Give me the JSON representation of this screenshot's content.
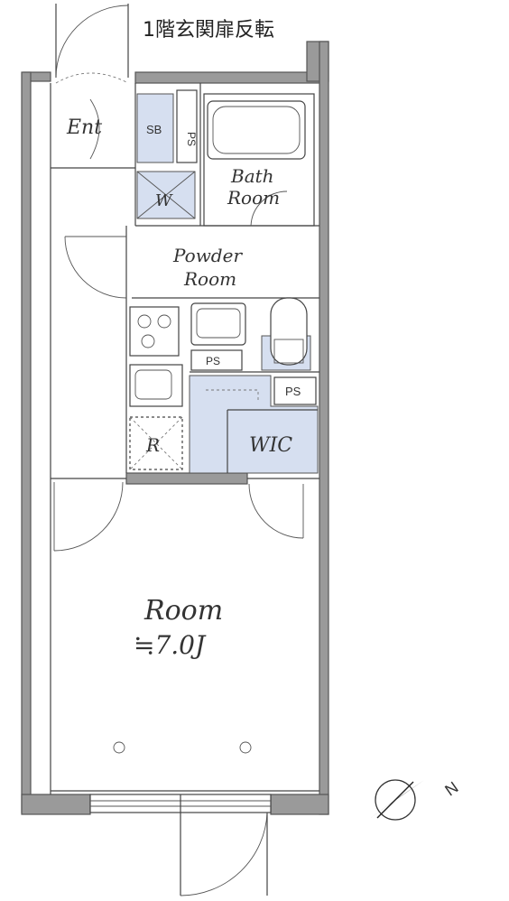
{
  "note": "1階玄関扉反転",
  "rooms": {
    "entrance": "Ent",
    "shoe_box": "SB",
    "ps_top": "PS",
    "washer": "W",
    "bath_line1": "Bath",
    "bath_line2": "Room",
    "powder_line1": "Powder",
    "powder_line2": "Room",
    "ps_sink": "PS",
    "ps_right": "PS",
    "fridge": "R",
    "wic": "WIC",
    "main_room": "Room",
    "main_room_size": "≒7.0J"
  },
  "compass": {
    "label": "N"
  },
  "colors": {
    "wall": "#9a9a9a",
    "storage_fill": "#d6dff0",
    "line": "#444444"
  }
}
